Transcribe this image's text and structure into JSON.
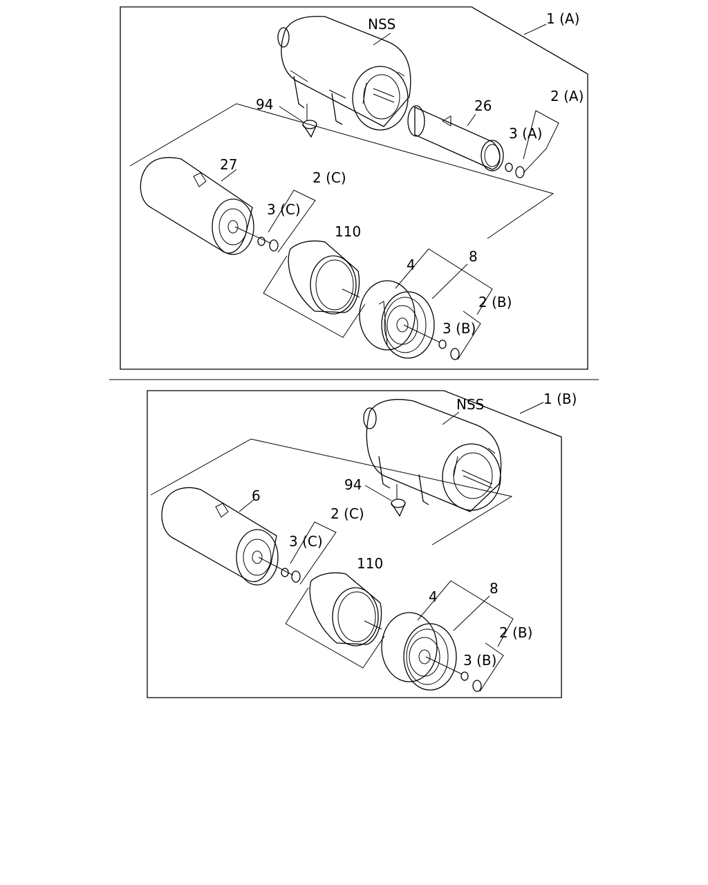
{
  "diagram_a": {
    "assembly_label": "1 (A)",
    "labels": {
      "nss": "NSS",
      "p94": "94",
      "p26": "26",
      "p2a": "2 (A)",
      "p3a": "3 (A)",
      "p27": "27",
      "p2c": "2 (C)",
      "p3c": "3 (C)",
      "p110": "110",
      "p4": "4",
      "p8": "8",
      "p2b": "2 (B)",
      "p3b": "3 (B)"
    }
  },
  "diagram_b": {
    "assembly_label": "1 (B)",
    "labels": {
      "nss": "NSS",
      "p94": "94",
      "p6": "6",
      "p2c": "2 (C)",
      "p3c": "3 (C)",
      "p110": "110",
      "p4": "4",
      "p8": "8",
      "p2b": "2 (B)",
      "p3b": "3 (B)"
    }
  }
}
